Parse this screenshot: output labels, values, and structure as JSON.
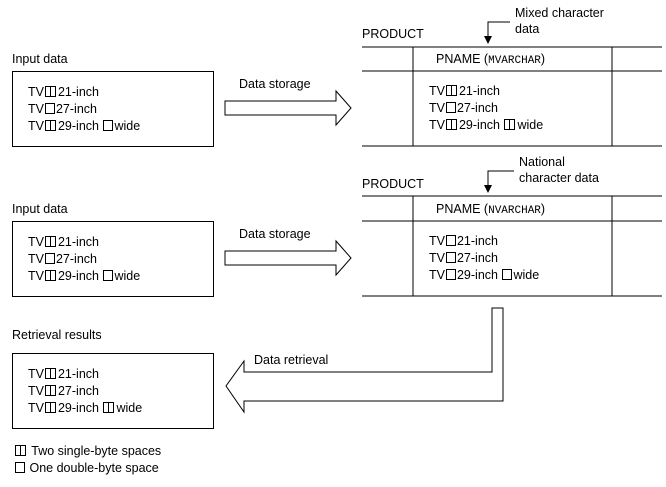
{
  "top": {
    "input_label": "Input data",
    "lines": [
      {
        "a": "TV",
        "b": "21-inch",
        "c": ""
      },
      {
        "a": "TV",
        "b": "27-inch",
        "c": ""
      },
      {
        "a": "TV",
        "b": "29-inch ",
        "c": "wide"
      }
    ],
    "storage_label": "Data storage",
    "table_name": "PRODUCT",
    "column_header": "PNAME (",
    "column_type": "MVARCHAR",
    "column_close": ")",
    "annotation_line1": "Mixed character",
    "annotation_line2": "data",
    "stored_lines": [
      {
        "a": "TV",
        "b": "21-inch",
        "c": ""
      },
      {
        "a": "TV",
        "b": "27-inch",
        "c": ""
      },
      {
        "a": "TV",
        "b": "29-inch ",
        "c": "wide"
      }
    ]
  },
  "middle": {
    "input_label": "Input data",
    "lines": [
      {
        "a": "TV",
        "b": "21-inch",
        "c": ""
      },
      {
        "a": "TV",
        "b": "27-inch",
        "c": ""
      },
      {
        "a": "TV",
        "b": "29-inch ",
        "c": "wide"
      }
    ],
    "storage_label": "Data storage",
    "table_name": "PRODUCT",
    "column_header": "PNAME (",
    "column_type": "NVARCHAR",
    "column_close": ")",
    "annotation_line1": "National",
    "annotation_line2": "character data",
    "stored_lines": [
      {
        "a": "TV",
        "b": "21-inch",
        "c": ""
      },
      {
        "a": "TV",
        "b": "27-inch",
        "c": ""
      },
      {
        "a": "TV",
        "b": "29-inch ",
        "c": "wide"
      }
    ]
  },
  "bottom": {
    "results_label": "Retrieval results",
    "retrieval_label": "Data retrieval",
    "lines": [
      {
        "a": "TV",
        "b": "21-inch",
        "c": ""
      },
      {
        "a": "TV",
        "b": "27-inch",
        "c": ""
      },
      {
        "a": "TV",
        "b": "29-inch ",
        "c": "wide"
      }
    ]
  },
  "legend": {
    "two_single": "Two single-byte spaces",
    "one_double": "One double-byte space"
  }
}
